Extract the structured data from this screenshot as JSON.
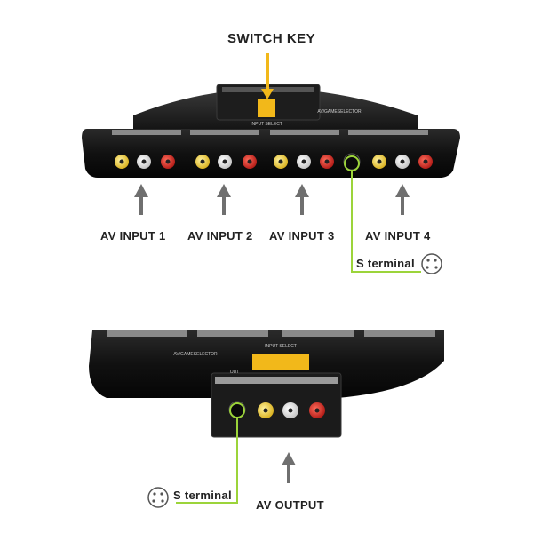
{
  "labels": {
    "switch_key": "SWITCH KEY",
    "inputs": [
      "AV INPUT 1",
      "AV INPUT 2",
      "AV INPUT 3",
      "AV INPUT 4"
    ],
    "s_terminal_top": "S terminal",
    "s_terminal_bottom": "S terminal",
    "av_output": "AV OUTPUT"
  },
  "device_print": {
    "input_select": "INPUT SELECT",
    "model": "AV/GAMESELECTOR",
    "out": "OUT"
  },
  "colors": {
    "device_body": "#161616",
    "jack_yellow": "#e8c21a",
    "jack_white": "#e9e9e9",
    "jack_red": "#c8201e",
    "switch_yellow": "#f2b81a",
    "arrow_gray": "#6f6f6f",
    "callout_green": "#9cd43a"
  }
}
